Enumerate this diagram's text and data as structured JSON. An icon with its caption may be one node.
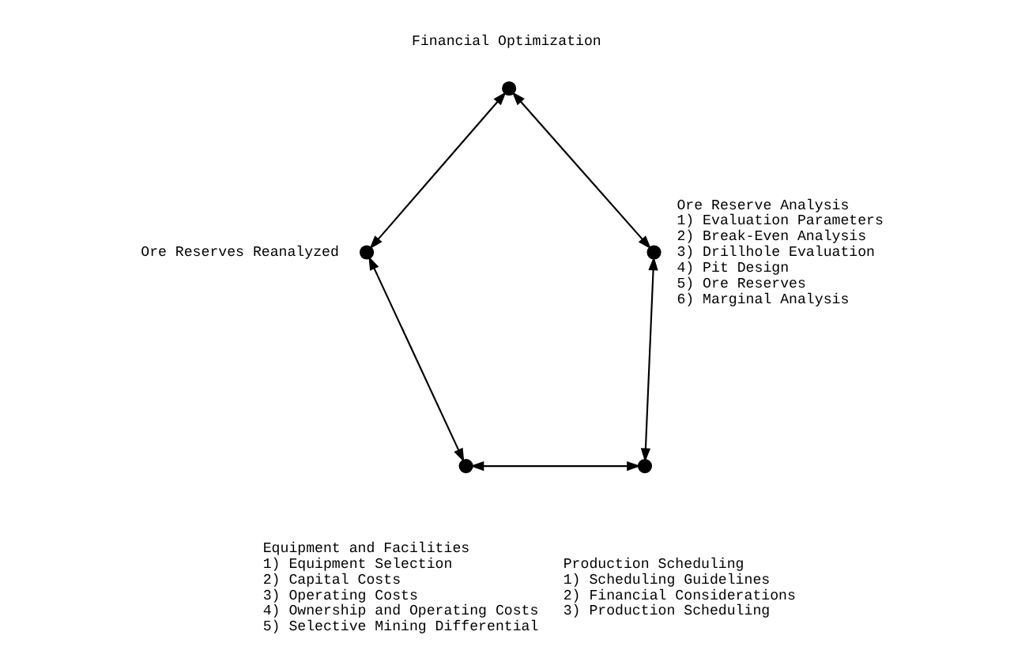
{
  "diagram": {
    "nodes": [
      {
        "text": [],
        "shape": "circle",
        "beside": [
          "Financial Optimization"
        ]
      },
      {
        "text": [],
        "shape": "circle",
        "beside": [
          "Ore Reserves Reanalyzed"
        ]
      },
      {
        "text": [],
        "shape": "circle",
        "beside": [
          "Ore Reserve Analysis",
          "1) Evaluation Parameters",
          "2) Break-Even Analysis",
          "3) Drillhole Evaluation",
          "4) Pit Design",
          "5) Ore Reserves",
          "6) Marginal Analysis"
        ]
      },
      {
        "text": [],
        "shape": "circle",
        "beside": [
          "Equipment and Facilities",
          "1) Equipment Selection",
          "2) Capital Costs",
          "3) Operating Costs",
          "4) Ownership and Operating Costs",
          "5) Selective Mining Differential"
        ]
      },
      {
        "text": [],
        "shape": "circle",
        "beside": [
          "Production Scheduling",
          "1) Scheduling Guidelines",
          "2) Financial Considerations",
          "3) Production Scheduling"
        ]
      }
    ],
    "edges": [
      {
        "from": 0,
        "to": 2,
        "arrow": "both"
      },
      {
        "from": 2,
        "to": 4,
        "arrow": "both"
      },
      {
        "from": 4,
        "to": 3,
        "arrow": "both"
      },
      {
        "from": 3,
        "to": 1,
        "arrow": "both"
      },
      {
        "from": 1,
        "to": 0,
        "arrow": "both"
      }
    ]
  }
}
